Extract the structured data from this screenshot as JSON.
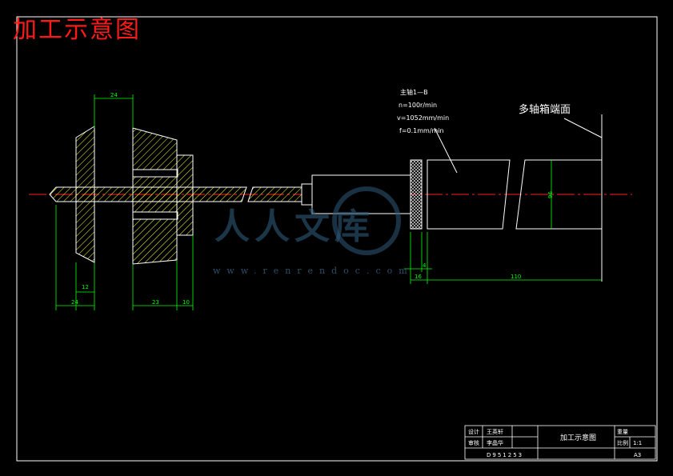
{
  "page_title": "加工示意图",
  "spindle_note": {
    "line1": "主轴1—B",
    "line2": "n=100r/min",
    "line3": "v=1052mm/min",
    "line4": "f=0.1mm/min"
  },
  "multi_axle_label": "多轴箱端面",
  "dimensions": {
    "top_width": "24",
    "left_small": "12",
    "left_bottom": "24",
    "mid_bottom": "23",
    "right_bottom": "10",
    "head_vertical": "96",
    "small_gap": "4",
    "gap_16": "16",
    "long_len": "110"
  },
  "watermark": {
    "cn": "人人文库",
    "url": "www.renrendoc.com"
  },
  "title_block": {
    "design_label": "设计",
    "design_name": "王英轩",
    "check_label": "审核",
    "check_name": "李晶华",
    "drawing_name": "加工示意图",
    "weight_label": "重量",
    "scale_label": "比例",
    "scale_value": "1:1",
    "number": "D951253",
    "sheet_size": "A3"
  },
  "colors": {
    "background": "#000000",
    "line": "#ffffff",
    "dim": "#00ff00",
    "center": "#ff2020",
    "title": "#ff1a1a"
  }
}
